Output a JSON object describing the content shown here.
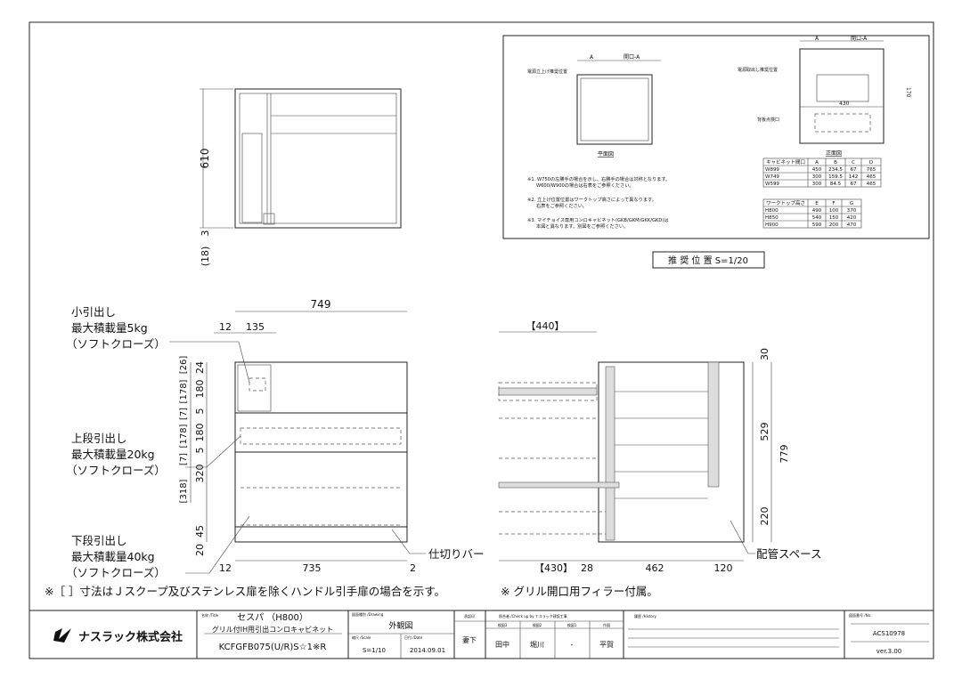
{
  "plan_view": {
    "dim_depth": "610",
    "dim_gap": "3",
    "dim_bracket": "(18)"
  },
  "inset": {
    "plan_caption": "平面図",
    "front_caption": "正面図",
    "label_power_plan": "電源立上げ推奨位置",
    "label_power_front": "電源取出し推奨位置",
    "label_inspect": "背板点検口",
    "dim_A": "A",
    "dim_opening": "開口-A",
    "dim_430": "430",
    "dim_170": "170",
    "notes": [
      "※1. W750の左勝手の場合を示し、右勝手の場合は対称となります。",
      "W600/W900の場合は右表をご参照ください。",
      "※2. 立上げ位置位置はワークトップ高さによって異なります。",
      "右表をご参照ください。",
      "※3. マイチョイス専用コンロキャビネット(GKB/GKM/GKK/GKD)は",
      "本図と異なります。別図をご参照ください。"
    ],
    "table1": {
      "headers": [
        "キャビネット間口",
        "A",
        "B",
        "C",
        "D"
      ],
      "rows": [
        [
          "W899",
          "450",
          "234.5",
          "67",
          "765"
        ],
        [
          "W749",
          "300",
          "159.5",
          "142",
          "465"
        ],
        [
          "W599",
          "300",
          "84.5",
          "67",
          "465"
        ]
      ]
    },
    "table2": {
      "headers": [
        "ワークトップ高さ",
        "E",
        "F",
        "G"
      ],
      "rows": [
        [
          "H800",
          "490",
          "100",
          "370"
        ],
        [
          "H850",
          "540",
          "150",
          "420"
        ],
        [
          "H900",
          "590",
          "200",
          "470"
        ]
      ]
    },
    "scale_label": "推 奨 位 置  S=1/20"
  },
  "front_view": {
    "width": "749",
    "dim_12": "12",
    "dim_135": "135",
    "left_dims": [
      "24",
      "180",
      "5",
      "180",
      "5",
      "320",
      "45",
      "20"
    ],
    "bracket_dims": [
      "[26]",
      "[178]",
      "[7]",
      "[178]",
      "[7]",
      "[318]"
    ],
    "bottom_dims": [
      "12",
      "735",
      "2"
    ],
    "small_drawer": [
      "小引出し",
      "最大積載量5kg",
      "（ソフトクローズ）"
    ],
    "upper_drawer": [
      "上段引出し",
      "最大積載量20kg",
      "（ソフトクローズ）"
    ],
    "lower_drawer": [
      "下段引出し",
      "最大積載量40kg",
      "（ソフトクローズ）"
    ],
    "divider_label": "仕切りバー"
  },
  "side_view": {
    "top_dim": "【440】",
    "right_dims": [
      "30",
      "529",
      "779",
      "220"
    ],
    "bottom_dims": [
      "【430】",
      "28",
      "462",
      "120"
    ],
    "pipe_label": "配管スペース"
  },
  "notes": {
    "left": "※［ ］寸法はＪスクープ及びステンレス扉を除くハンドル引手扉の場合を示す。",
    "right": "※ グリル開口用フィラー付属。"
  },
  "title_block": {
    "company": "ナスラック株式会社",
    "title_caption": "名称 /Title",
    "title_line1": "セスパ （H800）",
    "title_line2": "グリル付IH用引出コンロキャビネット",
    "model": "KCFGFB075(U/R)S☆1※R",
    "drawing_caption": "図面種別 /Drawing",
    "drawing_type": "外観図",
    "scale_caption": "縮尺 /Scale",
    "scale": "S=1/10",
    "date_caption": "日付 /Date",
    "date": "2014.09.01",
    "approval_caption": "承認印",
    "approver": "妻下",
    "checked_caption": "照合者 /Check up by ナスラック建設工事",
    "checkers_caption": [
      "検図3",
      "検図2",
      "検図1",
      "作図"
    ],
    "checkers": [
      "田中",
      "堀川",
      "-",
      "平賀"
    ],
    "history_caption": "履歴 /History",
    "number_caption": "図面番号 /No.",
    "number": "ACS10978",
    "version": "ver.3.00"
  }
}
